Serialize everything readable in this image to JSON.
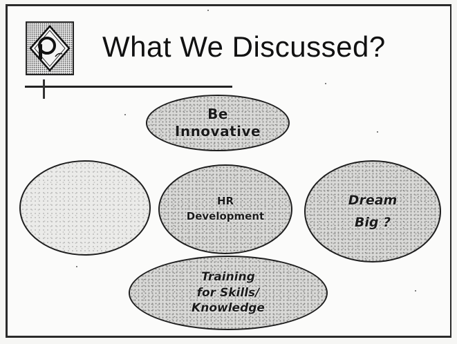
{
  "slide": {
    "title": "What We Discussed?",
    "logo_icon": "company-logo-icon"
  },
  "topics": {
    "innovative": {
      "line1": "Be",
      "line2": "Innovative"
    },
    "blank": {
      "line1": ""
    },
    "hr": {
      "line1": "HR",
      "line2": "Development"
    },
    "dream": {
      "line1": "Dream",
      "line2": "Big ?"
    },
    "training": {
      "line1": "Training",
      "line2": "for Skills/",
      "line3": "Knowledge"
    }
  },
  "colors": {
    "frame": "#2a2a2a",
    "oval_fill": "#d9d9d7",
    "text": "#111111"
  }
}
